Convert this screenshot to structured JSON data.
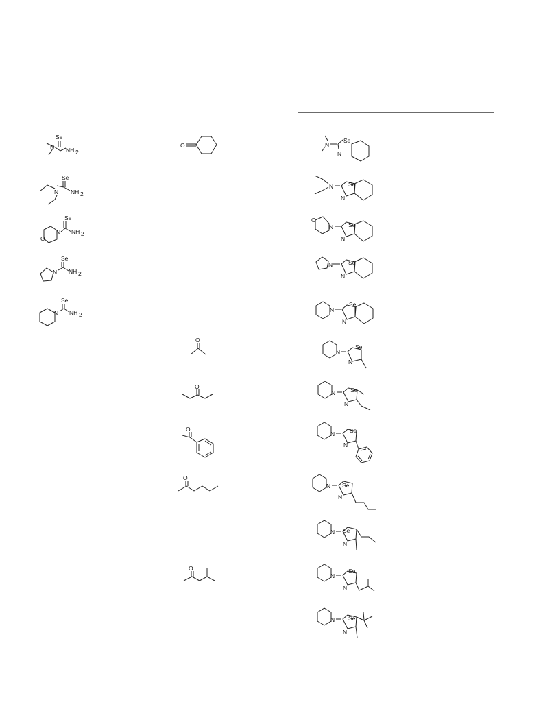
{
  "atom_labels": {
    "se": "Se",
    "nh2": "NH",
    "nh2_sub": "2",
    "n": "N",
    "o": "O"
  }
}
